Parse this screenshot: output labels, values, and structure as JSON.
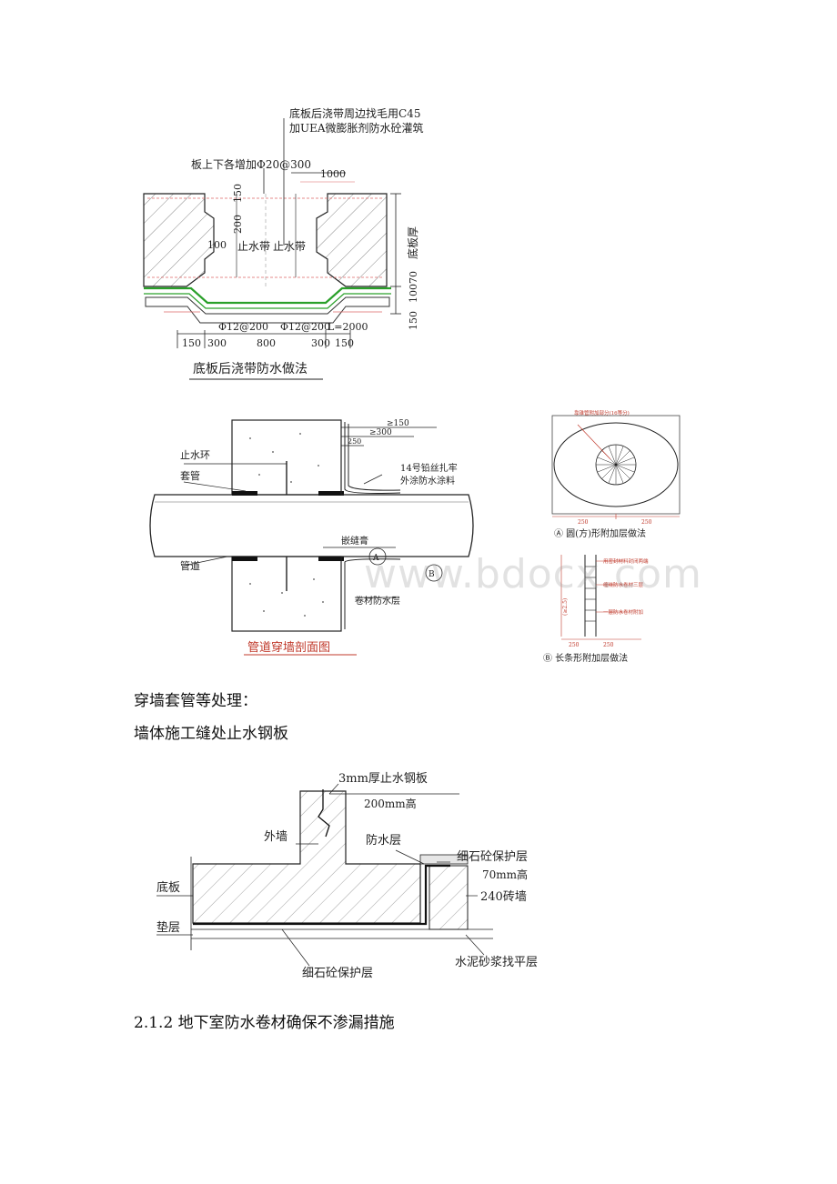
{
  "figure1": {
    "note_line1": "底板后浇带周边找毛用C45",
    "note_line2": "加UEA微膨胀剂防水砼灌筑",
    "rebar_note": "板上下各增加Φ20@300",
    "dim_1000": "1000",
    "dim_150_top": "150",
    "dim_200": "200",
    "dim_100": "100",
    "waterstop_left": "止水带",
    "waterstop_right": "止水带",
    "slab_thickness": "底板厚",
    "dim_100_70": "10070",
    "dim_150_right": "150",
    "bar_left": "Φ12@200",
    "bar_right": "Φ12@200",
    "bar_length": "L=2000",
    "bottom_dims": [
      "150",
      "300",
      "800",
      "300",
      "150"
    ],
    "caption": "底板后浇带防水做法"
  },
  "figure2": {
    "dim_ge150": "≥150",
    "dim_300": "≥300",
    "dim_250": "250",
    "label_water_ring": "止水环",
    "label_sleeve": "套管",
    "label_wire_1": "14号铅丝扎牢",
    "label_wire_2": "外涂防水涂料",
    "label_sealant": "嵌缝膏",
    "label_pipe": "管道",
    "label_membrane": "卷材防水层",
    "callout_a": "A",
    "callout_b": "B",
    "caption": "管道穿墙剖面图"
  },
  "figure3": {
    "top_note": "靠锥管附加部分(16等分)",
    "dim_left": "250",
    "dim_right": "250",
    "caption_a": "Ⓐ 圆(方)形附加层做法",
    "side_dim": "(≥2.5)",
    "note_1": "用密封材料封闭两端",
    "note_2": "缠绕防水卷材三层",
    "note_3": "一层防水卷材附加",
    "dim_b1": "250",
    "dim_b2": "250",
    "caption_b": "Ⓑ 长条形附加层做法"
  },
  "paragraphs": {
    "p1": "穿墙套管等处理：",
    "p2": "墙体施工缝处止水钢板"
  },
  "figure4": {
    "plate_label": "3mm厚止水钢板",
    "plate_height": "200mm高",
    "outer_wall": "外墙",
    "waterproof_layer": "防水层",
    "protect_layer_top": "细石砼保护层",
    "protect_height": "70mm高",
    "floor_slab": "底板",
    "brick_wall": "240砖墙",
    "cushion": "垫层",
    "mortar": "水泥砂浆找平层",
    "protect_layer_bottom": "细石砼保护层"
  },
  "section_heading": "2.1.2 地下室防水卷材确保不渗漏措施",
  "watermark": "www.bdocx.com"
}
